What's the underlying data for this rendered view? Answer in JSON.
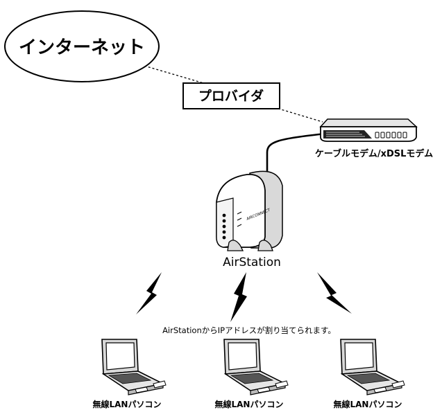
{
  "internet": {
    "label": "インターネット"
  },
  "provider": {
    "label": "プロバイダ"
  },
  "modem": {
    "label": "ケーブルモデム/xDSLモデム"
  },
  "router": {
    "label": "AirStation",
    "brand": "AIRCONNECT"
  },
  "assignment_note": "AirStationからIPアドレスが割り当てられます。",
  "clients": [
    {
      "label": "無線LANパソコン"
    },
    {
      "label": "無線LANパソコン"
    },
    {
      "label": "無線LANパソコン"
    }
  ],
  "colors": {
    "line": "#000000",
    "fill": "#ffffff",
    "device_gray": "#d9d9d9"
  }
}
